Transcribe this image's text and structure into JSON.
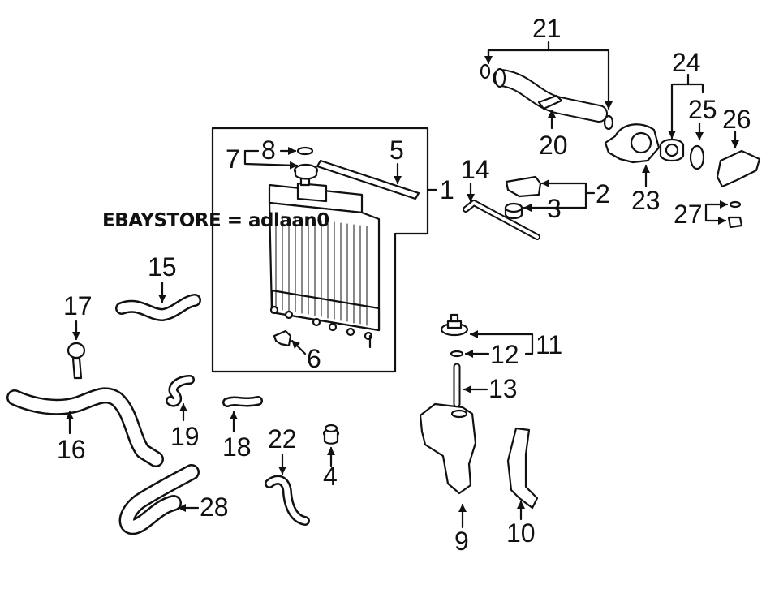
{
  "watermark": "EBAYSTORE = adlaan0",
  "callouts": {
    "c1": "1",
    "c2": "2",
    "c3": "3",
    "c4": "4",
    "c5": "5",
    "c6": "6",
    "c7": "7",
    "c8": "8",
    "c9": "9",
    "c10": "10",
    "c11": "11",
    "c12": "12",
    "c13": "13",
    "c14": "14",
    "c15": "15",
    "c16": "16",
    "c17": "17",
    "c18": "18",
    "c19": "19",
    "c20": "20",
    "c21": "21",
    "c22": "22",
    "c23": "23",
    "c24": "24",
    "c25": "25",
    "c26": "26",
    "c27": "27",
    "c28": "28"
  }
}
